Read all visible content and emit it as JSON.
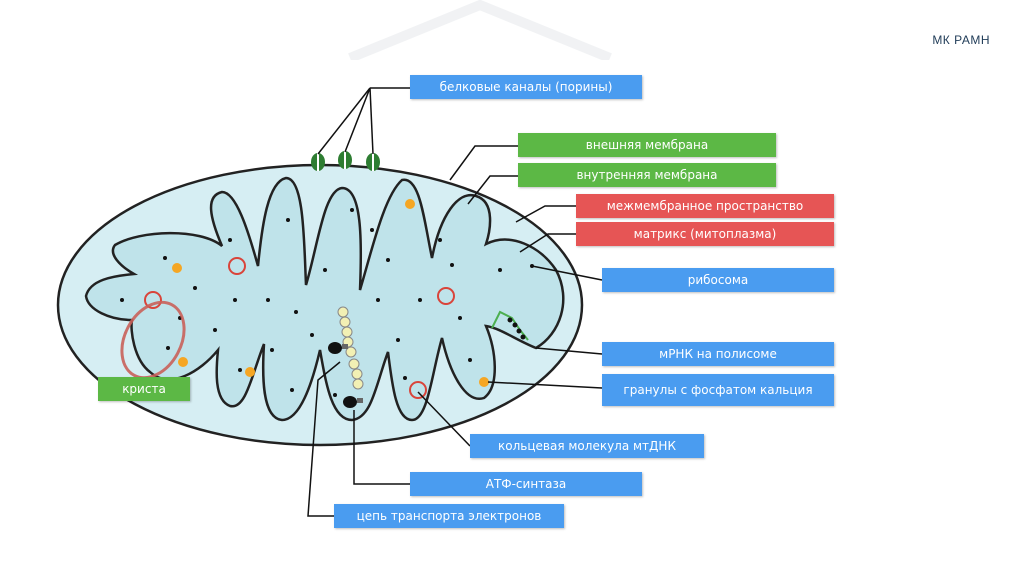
{
  "brand": "МК РАМН",
  "colors": {
    "blue_label": "#4a9cf0",
    "green_label": "#5cb845",
    "red_label": "#e65555",
    "matrix_fill": "#bfe3ea",
    "porin": "#2e7d32",
    "calcium_granule": "#f5a623",
    "mtdna": "#d9443a"
  },
  "labels": {
    "porins": "белковые каналы (порины)",
    "outer_membrane": "внешняя мембрана",
    "inner_membrane": "внутренняя мембрана",
    "intermembrane_space": "межмембранное пространство",
    "matrix": "матрикс (митоплазма)",
    "ribosome": "рибосома",
    "mrna_polysome": "мРНК на полисоме",
    "calcium_granules": "гранулы с фосфатом кальция",
    "crista": "криста",
    "mtdna": "кольцевая молекула мтДНК",
    "atp_synthase": "АТФ-синтаза",
    "etc": "цепь транспорта электронов"
  }
}
